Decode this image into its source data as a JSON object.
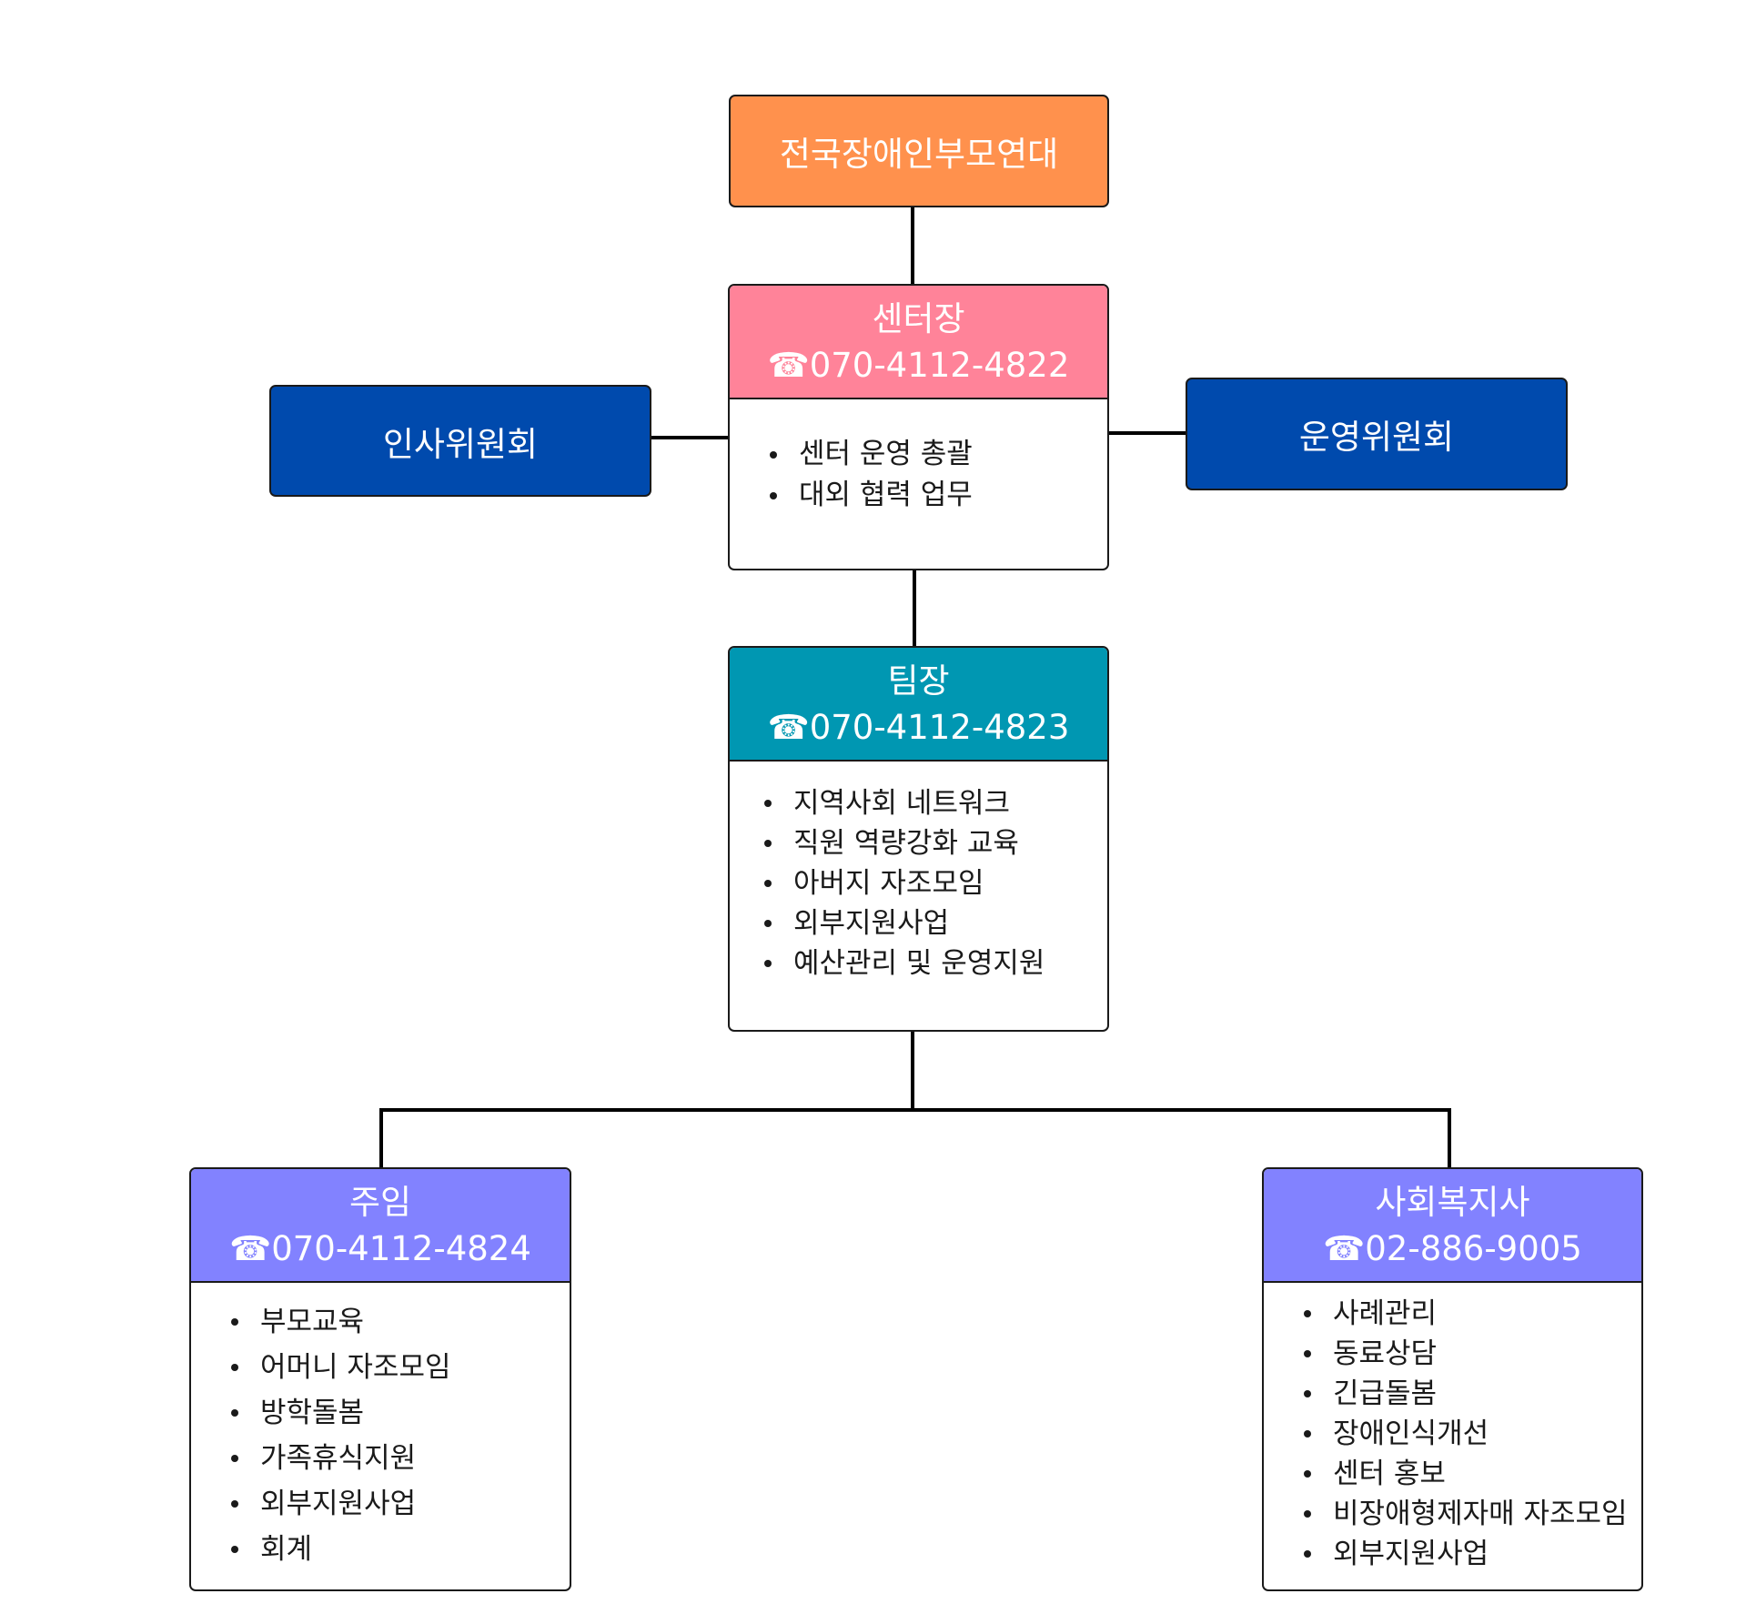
{
  "colors": {
    "federation": "#FF914D",
    "director": "#FF8399",
    "committee": "#004AAD",
    "team_leader": "#0097B2",
    "staff": "#8282FF",
    "line": "#000000"
  },
  "federation": {
    "name": "전국장애인부모연대"
  },
  "committees": {
    "left": "인사위원회",
    "right": "운영위원회"
  },
  "director": {
    "title": "센터장",
    "phone_icon": "telephone-icon",
    "phone": "☎070-4112-4822",
    "duties": [
      "센터 운영 총괄",
      "대외 협력 업무"
    ]
  },
  "team_leader": {
    "title": "팀장",
    "phone_icon": "telephone-icon",
    "phone": "☎070-4112-4823",
    "duties": [
      "지역사회 네트워크",
      "직원 역량강화 교육",
      "아버지 자조모임",
      "외부지원사업",
      "예산관리 및 운영지원"
    ]
  },
  "chief": {
    "title": "주임",
    "phone_icon": "telephone-icon",
    "phone": "☎070-4112-4824",
    "duties": [
      "부모교육",
      "어머니 자조모임",
      "방학돌봄",
      "가족휴식지원",
      "외부지원사업",
      "회계"
    ]
  },
  "social_worker": {
    "title": "사회복지사",
    "phone_icon": "telephone-icon",
    "phone": "☎02-886-9005",
    "duties": [
      "사례관리",
      "동료상담",
      "긴급돌봄",
      "장애인식개선",
      "센터 홍보",
      "비장애형제자매 자조모임",
      "외부지원사업"
    ]
  }
}
